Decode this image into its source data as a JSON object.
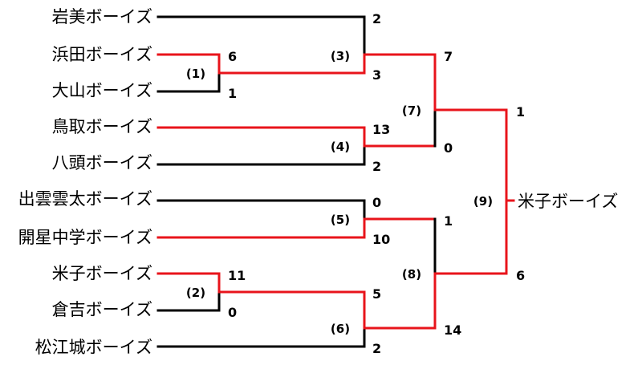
{
  "colors": {
    "winner": "#e8141b",
    "loser": "#000000"
  },
  "teams": [
    "岩美ボーイズ",
    "浜田ボーイズ",
    "大山ボーイズ",
    "鳥取ボーイズ",
    "八頭ボーイズ",
    "出雲雲太ボーイズ",
    "開星中学ボーイズ",
    "米子ボーイズ",
    "倉吉ボーイズ",
    "松江城ボーイズ"
  ],
  "champion": "米子ボーイズ",
  "matches": [
    {
      "label": "(1)",
      "scores": [
        "6",
        "1"
      ]
    },
    {
      "label": "(2)",
      "scores": [
        "11",
        "0"
      ]
    },
    {
      "label": "(3)",
      "scores": [
        "2",
        "3"
      ]
    },
    {
      "label": "(4)",
      "scores": [
        "13",
        "2"
      ]
    },
    {
      "label": "(5)",
      "scores": [
        "0",
        "10"
      ]
    },
    {
      "label": "(6)",
      "scores": [
        "5",
        "2"
      ]
    },
    {
      "label": "(7)",
      "scores": [
        "7",
        "0"
      ]
    },
    {
      "label": "(8)",
      "scores": [
        "1",
        "14"
      ]
    },
    {
      "label": "(9)",
      "scores": [
        "1",
        "6"
      ]
    }
  ]
}
